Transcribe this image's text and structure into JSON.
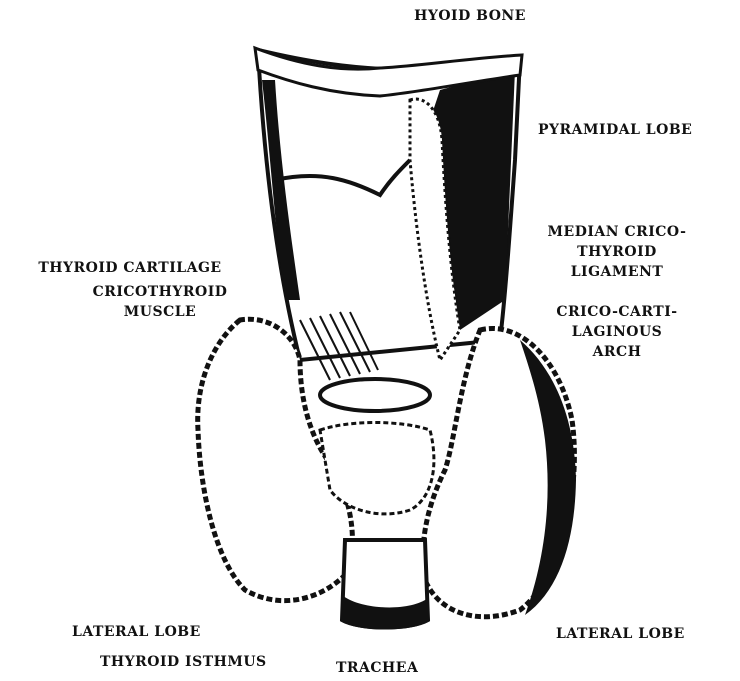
{
  "labels": {
    "hyoid_bone": "HYOID BONE",
    "pyramidal_lobe": "PYRAMIDAL LOBE",
    "median_crico_thyroid_ligament": [
      "MEDIAN CRICO-",
      "THYROID",
      "LIGAMENT"
    ],
    "crico_cartilaginous_arch": [
      "CRICO-CARTI-",
      "LAGINOUS",
      "ARCH"
    ],
    "thyroid_cartilage": "THYROID CARTILAGE",
    "cricothyroid_muscle": [
      "CRICOTHYROID",
      "MUSCLE"
    ],
    "lateral_lobe_left": "LATERAL LOBE",
    "thyroid_isthmus": "THYROID ISTHMUS",
    "trachea": "TRACHEA",
    "lateral_lobe_right": "LATERAL LOBE"
  },
  "colors": {
    "ink": "#111111",
    "paper": "#ffffff"
  }
}
